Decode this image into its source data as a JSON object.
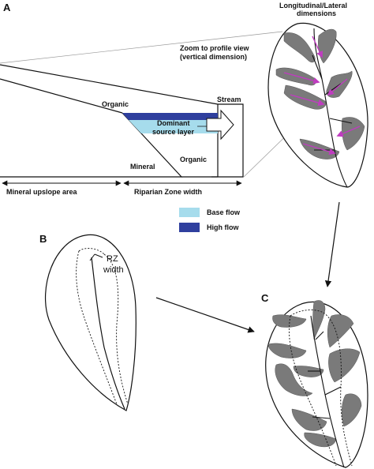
{
  "panels": {
    "a": "A",
    "b": "B",
    "c": "C"
  },
  "labels": {
    "longitudinal_line1": "Longitudinal/Lateral",
    "longitudinal_line2": "dimensions",
    "zoom_line1": "Zoom to profile view",
    "zoom_line2": "(vertical dimension)",
    "organic_top": "Organic",
    "stream": "Stream",
    "dominant_line1": "Dominant",
    "dominant_line2": "source layer",
    "mineral": "Mineral",
    "organic_bottom": "Organic",
    "mineral_upslope": "Mineral upslope area",
    "riparian_width": "Riparian Zone width",
    "rz_line1": "RZ",
    "rz_line2": "width"
  },
  "legend": [
    {
      "label": "Base flow",
      "color": "#a6dcec"
    },
    {
      "label": "High flow",
      "color": "#2f3f9e"
    }
  ],
  "colors": {
    "base_flow": "#a6dcec",
    "high_flow": "#2f3f9e",
    "riparian_patch": "#7a7a7a",
    "flow_arrow": "#c03cc0",
    "outline": "#111111"
  }
}
